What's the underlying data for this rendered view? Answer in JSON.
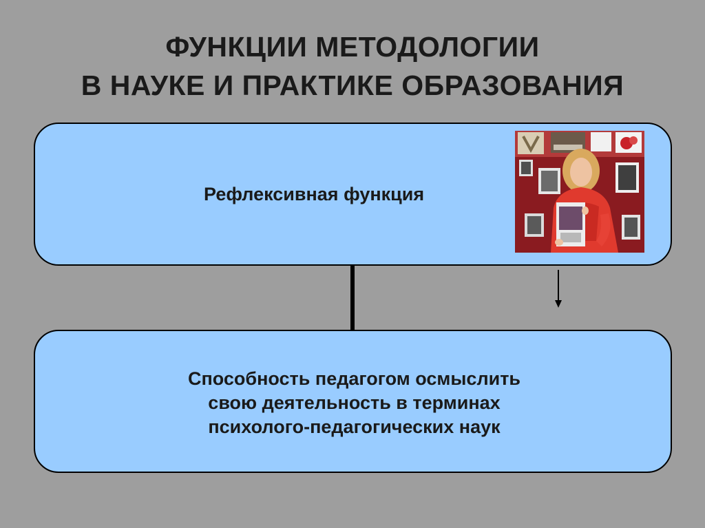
{
  "title": {
    "line1": "ФУНКЦИИ МЕТОДОЛОГИИ",
    "line2": "В НАУКЕ И ПРАКТИКЕ ОБРАЗОВАНИЯ"
  },
  "top_box": {
    "label": "Рефлексивная функция"
  },
  "bottom_box": {
    "line1": "Способность педагогом осмыслить",
    "line2": "свою деятельность в терминах",
    "line3": "психолого-педагогических наук"
  },
  "colors": {
    "background": "#9e9e9e",
    "box_fill": "#99ccff",
    "border": "#000000",
    "text": "#1a1a1a"
  }
}
